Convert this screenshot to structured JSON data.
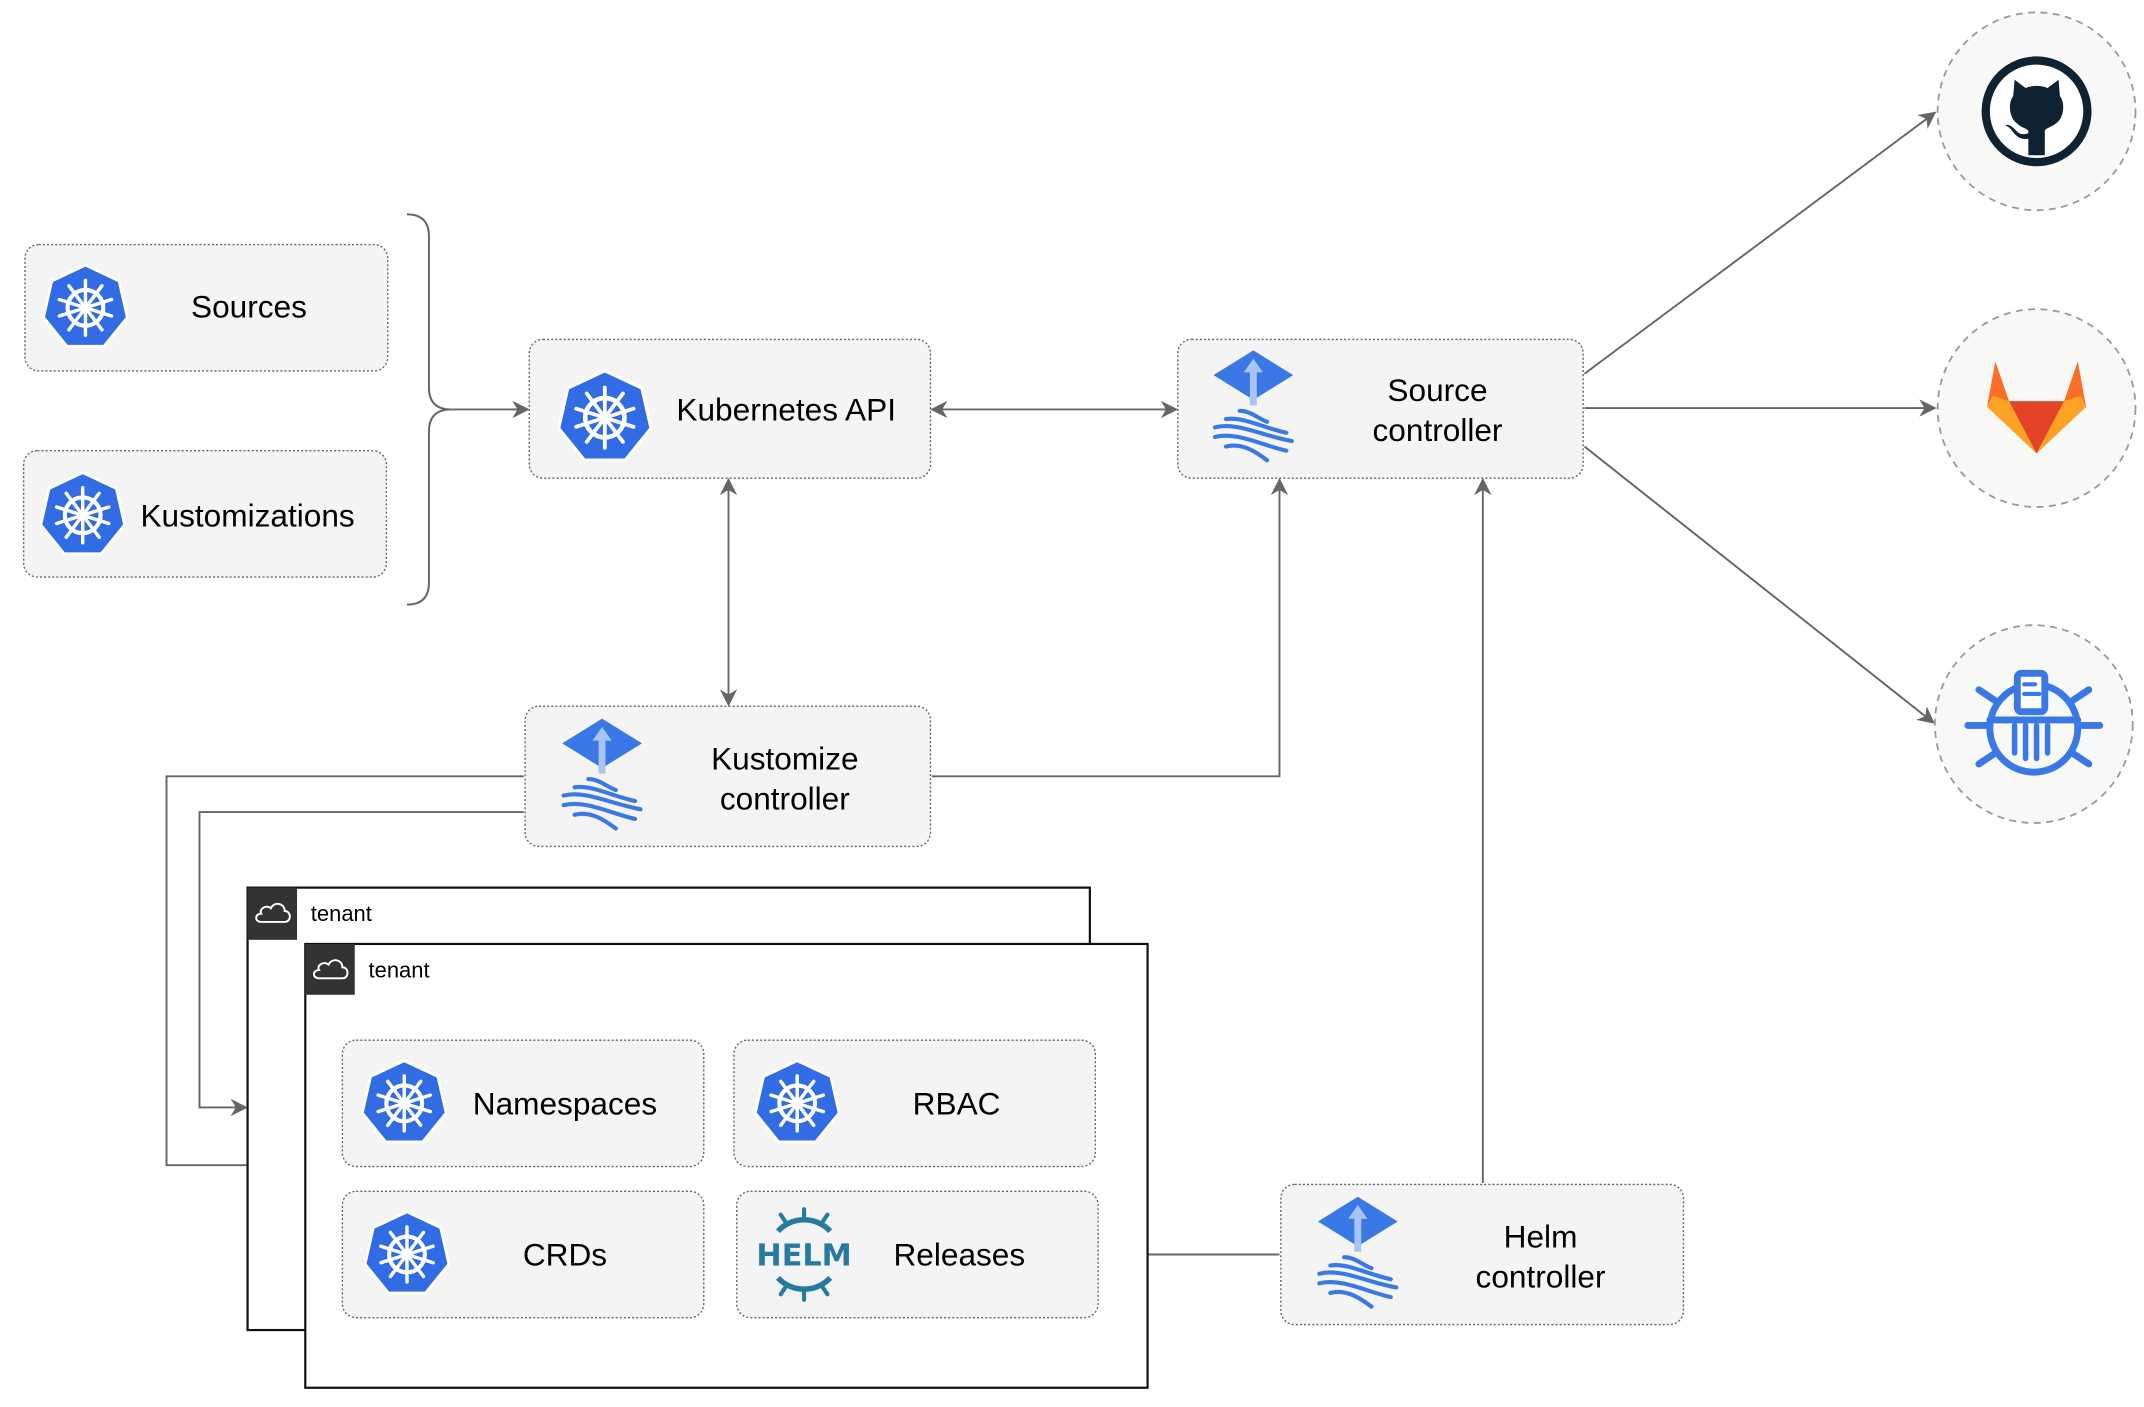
{
  "inputs": {
    "sources": "Sources",
    "kustomizations": "Kustomizations"
  },
  "kubernetes_api": "Kubernetes API",
  "source_controller": [
    "Source",
    "controller"
  ],
  "kustomize_controller": [
    "Kustomize",
    "controller"
  ],
  "helm_controller": [
    "Helm",
    "controller"
  ],
  "tenants": [
    {
      "label": "tenant"
    },
    {
      "label": "tenant"
    }
  ],
  "tenant_resources": {
    "namespaces": "Namespaces",
    "rbac": "RBAC",
    "crds": "CRDs",
    "releases": "Releases",
    "helm_logo": "HELM"
  },
  "external_sources": [
    {
      "icon": "github-icon"
    },
    {
      "icon": "gitlab-icon"
    },
    {
      "icon": "bucket-icon"
    }
  ],
  "colors": {
    "kubernetes_blue": "#326ce5",
    "flux_blue": "#3a78e5",
    "github_dark": "#0f2231",
    "gitlab_orange": "#e24329",
    "helm_blue": "#277a9f",
    "edge": "#666666"
  }
}
